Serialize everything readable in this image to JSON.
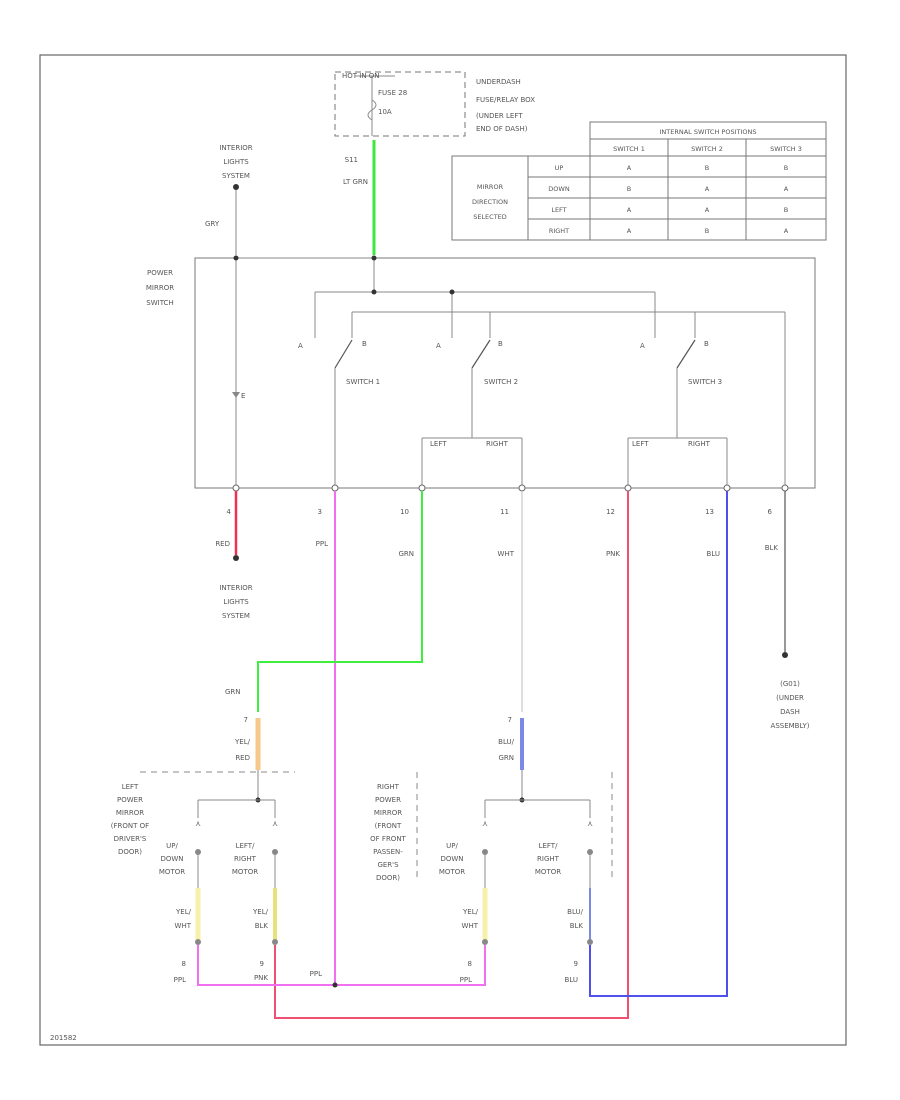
{
  "fuse_box": {
    "lines": [
      "HOT IN ON",
      "FUSE 28",
      "10A"
    ],
    "location": [
      "UNDERDASH",
      "FUSE/RELAY BOX",
      "(UNDER LEFT",
      "END OF DASH)"
    ]
  },
  "feed_wire": {
    "pin": "S11",
    "color": "LT GRN",
    "hex": "#3ee83e"
  },
  "interior_lights_top": [
    "INTERIOR",
    "LIGHTS",
    "SYSTEM"
  ],
  "interior_lights_gry": "GRY",
  "power_mirror_switch": [
    "POWER",
    "MIRROR",
    "SWITCH"
  ],
  "switches": [
    "SWITCH 1",
    "SWITCH 2",
    "SWITCH 3"
  ],
  "contact_a": "A",
  "contact_b": "B",
  "left_label": "LEFT",
  "right_label": "RIGHT",
  "terminal_pins": [
    "4",
    "3",
    "10",
    "11",
    "12",
    "13",
    "6"
  ],
  "terminal_wires": [
    {
      "color": "RED",
      "hex": "#ef3050"
    },
    {
      "color": "PPL",
      "hex": "#f070f0"
    },
    {
      "color": "GRN",
      "hex": "#40ee40"
    },
    {
      "color": "WHT",
      "hex": "#c8c8c8"
    },
    {
      "color": "PNK",
      "hex": "#f05070"
    },
    {
      "color": "BLU",
      "hex": "#5050ee"
    },
    {
      "color": "BLK",
      "hex": "#555555"
    }
  ],
  "interior_lights_bottom": [
    "INTERIOR",
    "LIGHTS",
    "SYSTEM"
  ],
  "ground": [
    "(G01)",
    "(UNDER",
    "DASH",
    "ASSEMBLY)"
  ],
  "left_mirror": {
    "title": [
      "LEFT",
      "POWER",
      "MIRROR",
      "(FRONT OF",
      "DRIVER'S",
      "DOOR)"
    ],
    "in_wire": "GRN",
    "pin": "7",
    "common_wire": [
      "YEL/",
      "RED"
    ],
    "motor1": [
      "UP/",
      "DOWN",
      "MOTOR"
    ],
    "motor2": [
      "LEFT/",
      "RIGHT",
      "MOTOR"
    ],
    "motor1_wire": [
      "YEL/",
      "WHT"
    ],
    "motor2_wire": [
      "YEL/",
      "BLK"
    ],
    "motor1_pin": "8",
    "motor2_pin": "9",
    "motor1_out": "PPL",
    "motor2_out": "PNK"
  },
  "right_mirror": {
    "title": [
      "RIGHT",
      "POWER",
      "MIRROR",
      "(FRONT",
      "OF FRONT",
      "PASSEN-",
      "GER'S",
      "DOOR)"
    ],
    "pin": "7",
    "common_wire": [
      "BLU/",
      "GRN"
    ],
    "motor1": [
      "UP/",
      "DOWN",
      "MOTOR"
    ],
    "motor2": [
      "LEFT/",
      "RIGHT",
      "MOTOR"
    ],
    "motor1_wire": [
      "YEL/",
      "WHT"
    ],
    "motor2_wire": [
      "BLU/",
      "BLK"
    ],
    "motor1_pin": "8",
    "motor2_pin": "9",
    "motor1_out": "PPL",
    "motor2_out": "BLU"
  },
  "ppl_junction_label": "PPL",
  "table": {
    "title": "INTERNAL SWITCH POSITIONS",
    "columns": [
      "SWITCH 1",
      "SWITCH 2",
      "SWITCH 3"
    ],
    "row_group": [
      "MIRROR",
      "DIRECTION",
      "SELECTED"
    ],
    "rows": [
      {
        "dir": "UP",
        "cells": [
          "A",
          "B",
          "B"
        ]
      },
      {
        "dir": "DOWN",
        "cells": [
          "B",
          "A",
          "A"
        ]
      },
      {
        "dir": "LEFT",
        "cells": [
          "A",
          "A",
          "B"
        ]
      },
      {
        "dir": "RIGHT",
        "cells": [
          "A",
          "B",
          "A"
        ]
      }
    ]
  },
  "diagram_id": "201582"
}
